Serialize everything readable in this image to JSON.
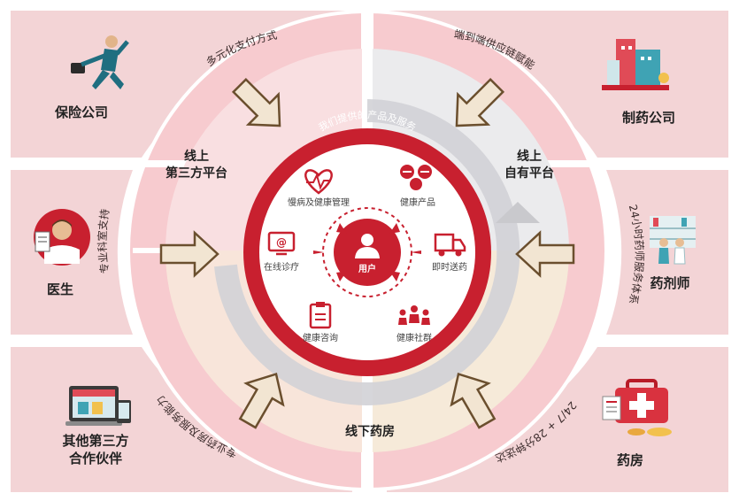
{
  "colors": {
    "accent": "#c8202f",
    "accent_dark": "#a3161f",
    "card_fill": "#f3d4d6",
    "ring_fill": "#f7cbcf",
    "beige": "#f6ead9",
    "grey": "#e7e7e9",
    "arrow_fill": "#f2e5d2",
    "arrow_stroke": "#6b4f2e"
  },
  "entities": {
    "insurance": "保险公司",
    "pharma": "制药公司",
    "doctor": "医生",
    "pharmacist": "药剂师",
    "partners_line1": "其他第三方",
    "partners_line2": "合作伙伴",
    "pharmacy": "药房"
  },
  "platforms": {
    "online_third_line1": "线上",
    "online_third_line2": "第三方平台",
    "online_own_line1": "线上",
    "online_own_line2": "自有平台",
    "offline": "线下药房"
  },
  "ring_labels": {
    "payment": "多元化支付方式",
    "supply": "端到端供应链赋能",
    "pharmacist_service": "24小时药师服务体系",
    "professional_support": "专业科室支持",
    "pharmacy_service": "专业药房及服务能力",
    "delivery": "24/7 + 28分钟送达"
  },
  "center": {
    "arc_title": "我们提供的产品及服务",
    "user": "用户",
    "services": {
      "chronic": "慢病及健康管理",
      "products": "健康产品",
      "online_consult": "在线诊疗",
      "delivery": "即时送药",
      "consult": "健康咨询",
      "community": "健康社群"
    }
  },
  "icons": {
    "chronic": "heart-pulse-icon",
    "products": "pills-icon",
    "online_consult": "monitor-at-icon",
    "delivery": "truck-icon",
    "consult": "clipboard-icon",
    "community": "people-icon",
    "user": "user-icon",
    "insurance": "running-businessman-icon",
    "pharma": "pharma-building-icon",
    "doctor": "doctor-icon",
    "pharmacist": "pharmacist-icon",
    "partners": "online-store-icon",
    "pharmacy": "medical-kit-icon"
  }
}
